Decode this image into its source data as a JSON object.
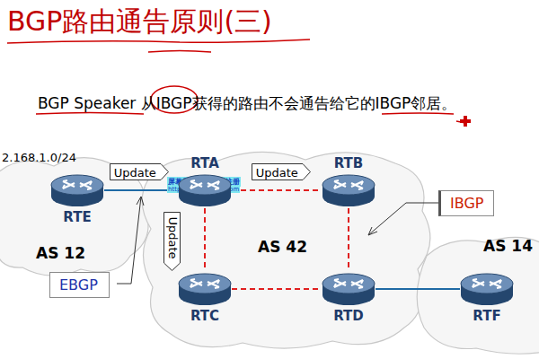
{
  "diagram": {
    "title": "BGP路由通告原则(三)",
    "nodes": [
      {
        "text": [
          "RTE"
        ]
      },
      {
        "text": [
          "RTA"
        ]
      },
      {
        "text": [
          "RTB"
        ]
      },
      {
        "text": [
          "RTC"
        ]
      },
      {
        "text": [
          "RTD"
        ]
      },
      {
        "text": [
          "RTF"
        ]
      },
      {
        "text": [
          "Update"
        ]
      },
      {
        "text": [
          "Update"
        ]
      },
      {
        "text": [
          "Update"
        ]
      },
      {
        "text": [
          "EBGP"
        ]
      },
      {
        "text": [
          "IBGP"
        ]
      }
    ],
    "edges": [
      {
        "from": 0,
        "to": 1,
        "arrow": "none"
      },
      {
        "from": 1,
        "to": 2,
        "arrow": "none"
      },
      {
        "from": 1,
        "to": 3,
        "arrow": "none"
      },
      {
        "from": 2,
        "to": 4,
        "arrow": "none"
      },
      {
        "from": 3,
        "to": 4,
        "arrow": "none"
      },
      {
        "from": 4,
        "to": 5,
        "arrow": "none"
      }
    ],
    "labels": [
      "BGP Speaker 从IBGP获得的路由不会通告给它的IBGP邻居。",
      "2.168.1.0/24",
      "AS 12",
      "AS 42",
      "AS 14",
      "屏幕录像专家",
      "未注册",
      "http://www.tlxsoft.com"
    ]
  }
}
